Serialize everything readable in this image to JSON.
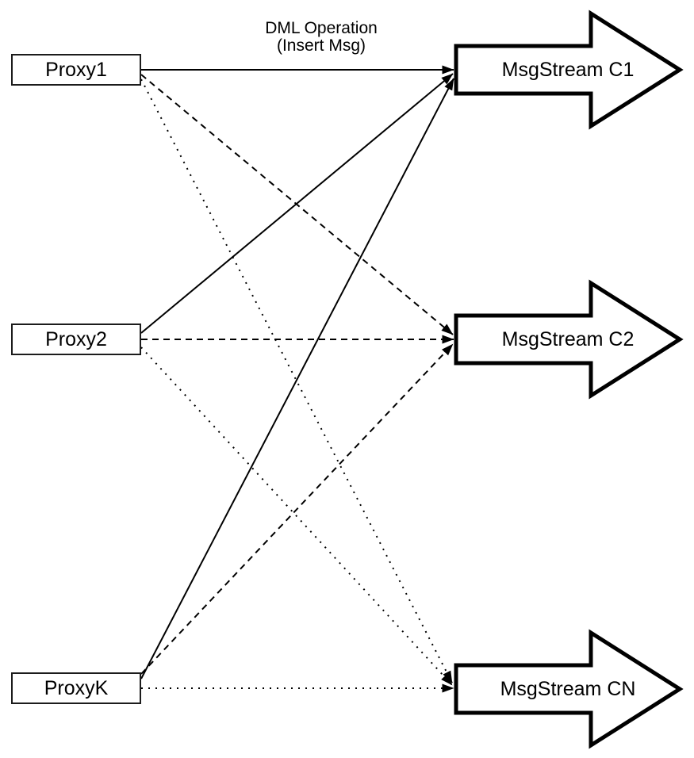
{
  "diagram": {
    "title": {
      "line1": "DML Operation",
      "line2": "(Insert Msg)"
    },
    "proxies": [
      {
        "id": "proxy1",
        "label": "Proxy1"
      },
      {
        "id": "proxy2",
        "label": "Proxy2"
      },
      {
        "id": "proxyk",
        "label": "ProxyK"
      }
    ],
    "streams": [
      {
        "id": "c1",
        "label": "MsgStream C1"
      },
      {
        "id": "c2",
        "label": "MsgStream C2"
      },
      {
        "id": "cn",
        "label": "MsgStream CN"
      }
    ],
    "connections": [
      {
        "from": "Proxy1",
        "to": "MsgStream C1",
        "line_style": "solid"
      },
      {
        "from": "Proxy1",
        "to": "MsgStream C2",
        "line_style": "dashed"
      },
      {
        "from": "Proxy1",
        "to": "MsgStream CN",
        "line_style": "dotted"
      },
      {
        "from": "Proxy2",
        "to": "MsgStream C1",
        "line_style": "solid"
      },
      {
        "from": "Proxy2",
        "to": "MsgStream C2",
        "line_style": "dashed"
      },
      {
        "from": "Proxy2",
        "to": "MsgStream CN",
        "line_style": "dotted"
      },
      {
        "from": "ProxyK",
        "to": "MsgStream C1",
        "line_style": "solid"
      },
      {
        "from": "ProxyK",
        "to": "MsgStream C2",
        "line_style": "dashed"
      },
      {
        "from": "ProxyK",
        "to": "MsgStream CN",
        "line_style": "dotted"
      }
    ],
    "colors": {
      "background": "#ffffff",
      "line": "#000000",
      "box_border": "#1c1c1c",
      "shape_fill": "#ffffff",
      "text": "#000000"
    }
  }
}
